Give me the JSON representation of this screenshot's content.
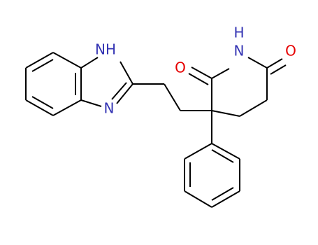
{
  "colors": {
    "bond": "#000000",
    "nitrogen": "#3333b3",
    "oxygen": "#e60000",
    "background": "#ffffff"
  },
  "atoms": {
    "nh_benzimidazole": "NH",
    "n_benzimidazole": "N",
    "nh_imide": "H",
    "n_imide": "N",
    "o_left": "O",
    "o_right": "O"
  }
}
